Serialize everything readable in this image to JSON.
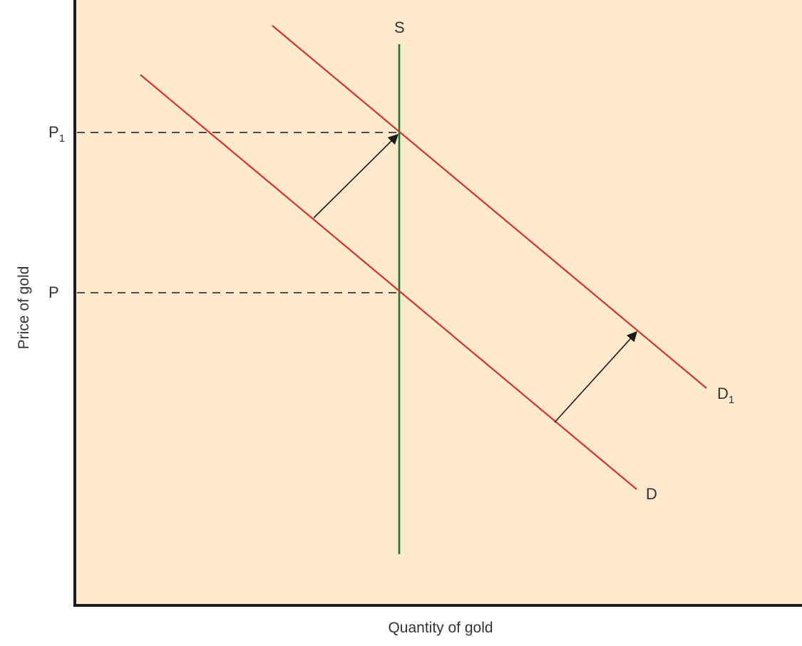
{
  "diagram": {
    "axes": {
      "x_label": "Quantity of gold",
      "y_label": "Price of gold"
    },
    "price_levels": [
      {
        "id": "P",
        "base": "P",
        "sub": ""
      },
      {
        "id": "P1",
        "base": "P",
        "sub": "1"
      }
    ],
    "curves": {
      "supply": {
        "base": "S",
        "sub": ""
      },
      "demand": {
        "base": "D",
        "sub": ""
      },
      "demand_shifted": {
        "base": "D",
        "sub": "1"
      }
    },
    "colors": {
      "plot_background": "#fde9cc",
      "axis": "#1a1a1a",
      "supply": "#1e7a2e",
      "demand": "#d2332e",
      "guide": "#1a1a1a",
      "arrow": "#1a1a1a"
    },
    "relation": "Demand curve D shifts right to D1; with vertical supply S, equilibrium price rises from P to P1."
  }
}
